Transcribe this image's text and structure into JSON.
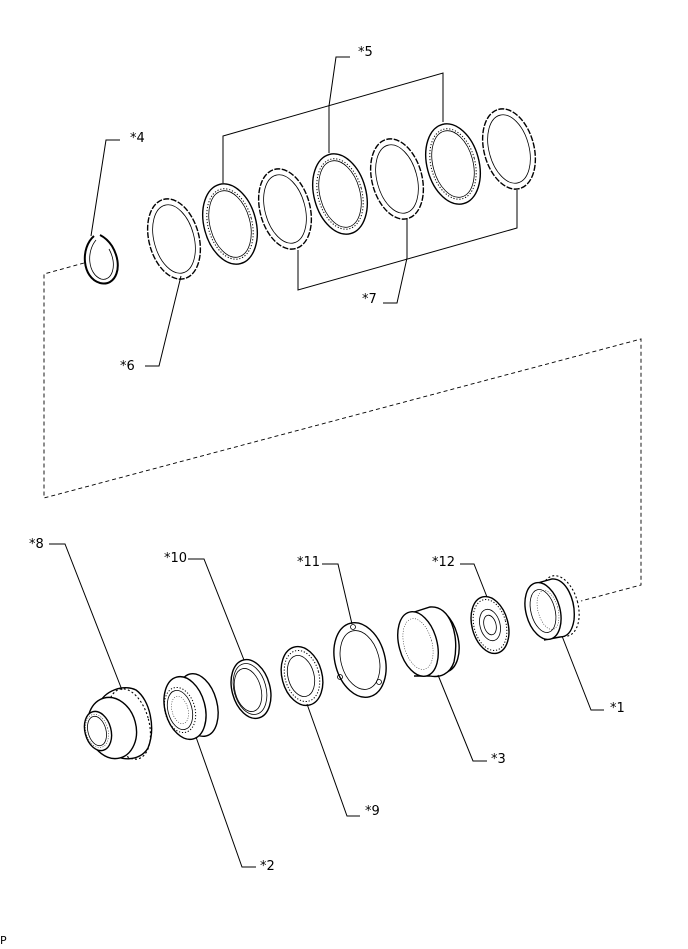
{
  "callouts": {
    "c1": "*1",
    "c2": "*2",
    "c3": "*3",
    "c4": "*4",
    "c5": "*5",
    "c6": "*6",
    "c7": "*7",
    "c8": "*8",
    "c9": "*9",
    "c10": "*10",
    "c11": "*11",
    "c12": "*12"
  },
  "corner_mark": "P"
}
